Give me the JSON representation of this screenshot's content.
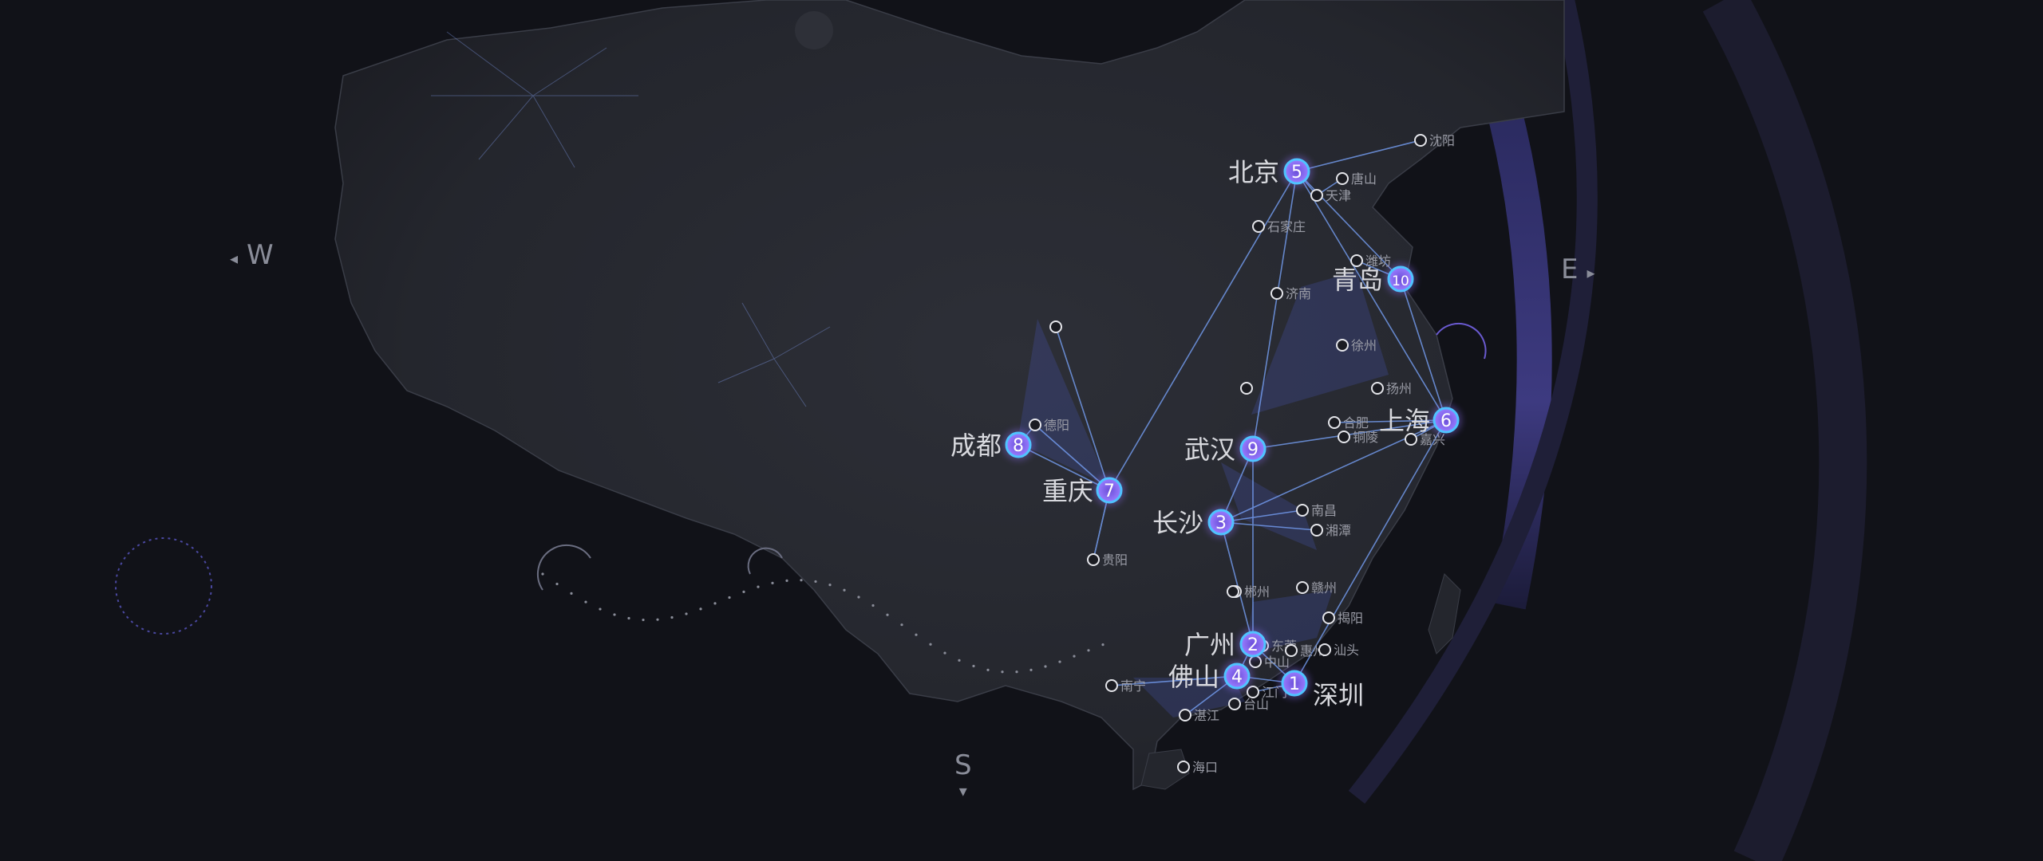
{
  "compass": {
    "west": "W",
    "east": "E",
    "south": "S",
    "west_arrow": "◂",
    "east_arrow": "▸",
    "south_arrow": "▾"
  },
  "colors": {
    "background": "#111218",
    "land": "#25272e",
    "route_line": "#7aa6ff",
    "ranked_marker": "#8a6cf0",
    "ranked_marker_ring": "#4fc3ff",
    "city_label": "#d8d9de",
    "minor_label": "#9a9ca6",
    "arc": "#3c3a7a"
  },
  "ranked_cities": [
    {
      "rank": "1",
      "name": "深圳"
    },
    {
      "rank": "2",
      "name": "广州"
    },
    {
      "rank": "3",
      "name": "长沙"
    },
    {
      "rank": "4",
      "name": "佛山"
    },
    {
      "rank": "5",
      "name": "北京"
    },
    {
      "rank": "6",
      "name": "上海"
    },
    {
      "rank": "7",
      "name": "重庆"
    },
    {
      "rank": "8",
      "name": "成都"
    },
    {
      "rank": "9",
      "name": "武汉"
    },
    {
      "rank": "10",
      "name": "青岛"
    }
  ],
  "minor_cities": [
    "沈阳",
    "唐山",
    "天津",
    "石家庄",
    "潍坊",
    "济南",
    "徐州",
    "扬州",
    "合肥",
    "铜陵",
    "嘉兴",
    "德阳",
    "贵阳",
    "南昌",
    "湘潭",
    "郴州",
    "赣州",
    "揭阳",
    "东莞",
    "惠州",
    "汕头",
    "中山",
    "南宁",
    "江门",
    "台山",
    "湛江",
    "海口"
  ]
}
